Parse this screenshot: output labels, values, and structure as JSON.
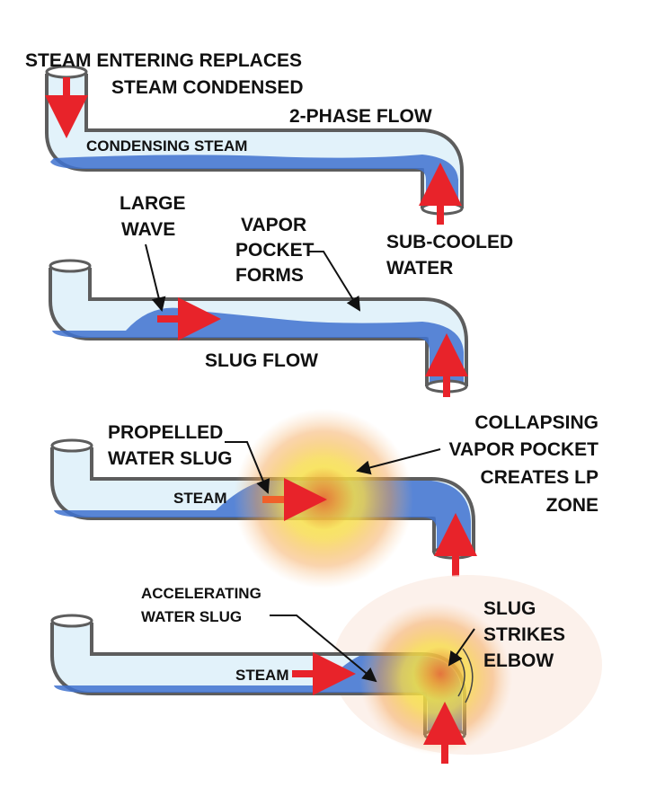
{
  "colors": {
    "pipe_wall": "#6a6a6a",
    "pipe_inside": "#e2f2fa",
    "water": "#3f72cf",
    "arrow": "#e8232a",
    "glow": "#f7e23a",
    "glow_outer": "#f39a3c"
  },
  "panels": [
    {
      "title": "2-PHASE FLOW",
      "labels": {
        "steam_entering_1": "STEAM ENTERING REPLACES",
        "steam_entering_2": "STEAM CONDENSED",
        "condensing": "CONDENSING STEAM",
        "subcooled_1": "SUB-COOLED",
        "subcooled_2": "WATER"
      }
    },
    {
      "title": "SLUG FLOW",
      "labels": {
        "wave_1": "LARGE",
        "wave_2": "WAVE",
        "pocket_1": "VAPOR",
        "pocket_2": "POCKET",
        "pocket_3": "FORMS"
      }
    },
    {
      "labels": {
        "propelled_1": "PROPELLED",
        "propelled_2": "WATER SLUG",
        "steam": "STEAM",
        "collapse_1": "COLLAPSING",
        "collapse_2": "VAPOR POCKET",
        "collapse_3": "CREATES LP",
        "collapse_4": "ZONE"
      }
    },
    {
      "labels": {
        "accel_1": "ACCELERATING",
        "accel_2": "WATER SLUG",
        "steam": "STEAM",
        "strike_1": "SLUG",
        "strike_2": "STRIKES",
        "strike_3": "ELBOW"
      }
    }
  ]
}
